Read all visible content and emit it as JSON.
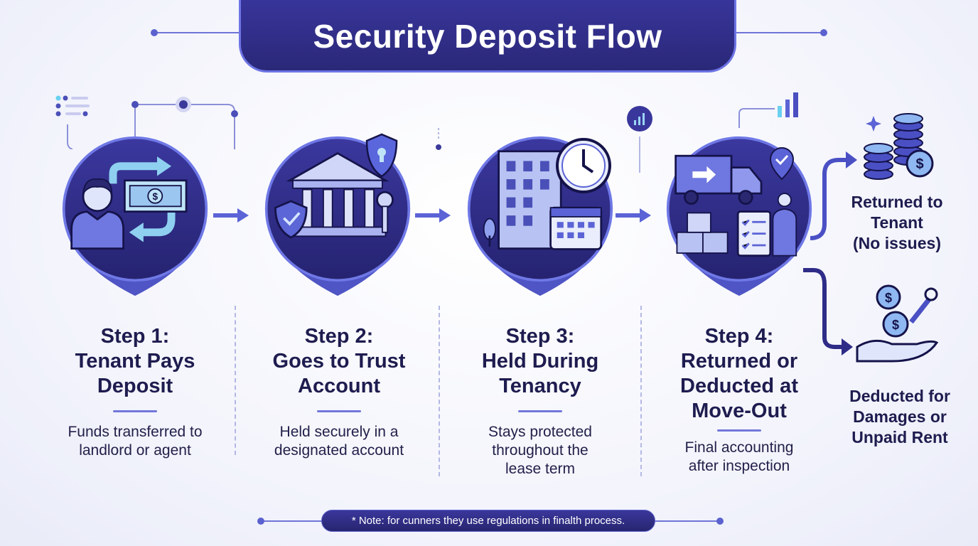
{
  "title": "Security Deposit Flow",
  "steps": [
    {
      "title": "Step 1:",
      "subtitle_lines": [
        "Tenant Pays",
        "Deposit"
      ],
      "desc_lines": [
        "Funds transferred to",
        "landlord or agent"
      ]
    },
    {
      "title": "Step 2:",
      "subtitle_lines": [
        "Goes to Trust",
        "Account"
      ],
      "desc_lines": [
        "Held securely in a",
        "designated account"
      ]
    },
    {
      "title": "Step 3:",
      "subtitle_lines": [
        "Held During",
        "Tenancy"
      ],
      "desc_lines": [
        "Stays protected",
        "throughout the",
        "lease term"
      ]
    },
    {
      "title": "Step 4:",
      "subtitle_lines": [
        "Returned or",
        "Deducted at",
        "Move-Out"
      ],
      "desc_lines": [
        "Final accounting",
        "after inspection"
      ]
    }
  ],
  "outcomes": [
    {
      "lines": [
        "Returned to",
        "Tenant",
        "(No issues)"
      ]
    },
    {
      "lines": [
        "Deducted for",
        "Damages or",
        "Unpaid Rent"
      ]
    }
  ],
  "note": "* Note: for cunners they use regulations in finalth process.",
  "colors": {
    "navy": "#2c2a7c",
    "accent": "#5b63d6",
    "light": "#8fd0f0"
  }
}
